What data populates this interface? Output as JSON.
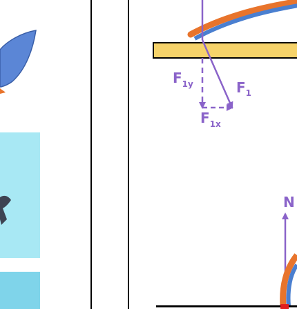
{
  "colors": {
    "force": "#8a63c9",
    "platform_fill": "#f6d36a",
    "beam_orange": "#e8742c",
    "beam_blue": "#4a7fd0",
    "panel_cyan": "#a8e8f4",
    "panel_cyan_dark": "#7fd4ea",
    "leaf_blue": "#5b86d6",
    "line": "#000000"
  },
  "labels": {
    "f1y_main": "F",
    "f1y_sub": "1y",
    "f1_main": "F",
    "f1_sub": "1",
    "f1x_main": "F",
    "f1x_sub": "1x",
    "n_label": "N"
  }
}
